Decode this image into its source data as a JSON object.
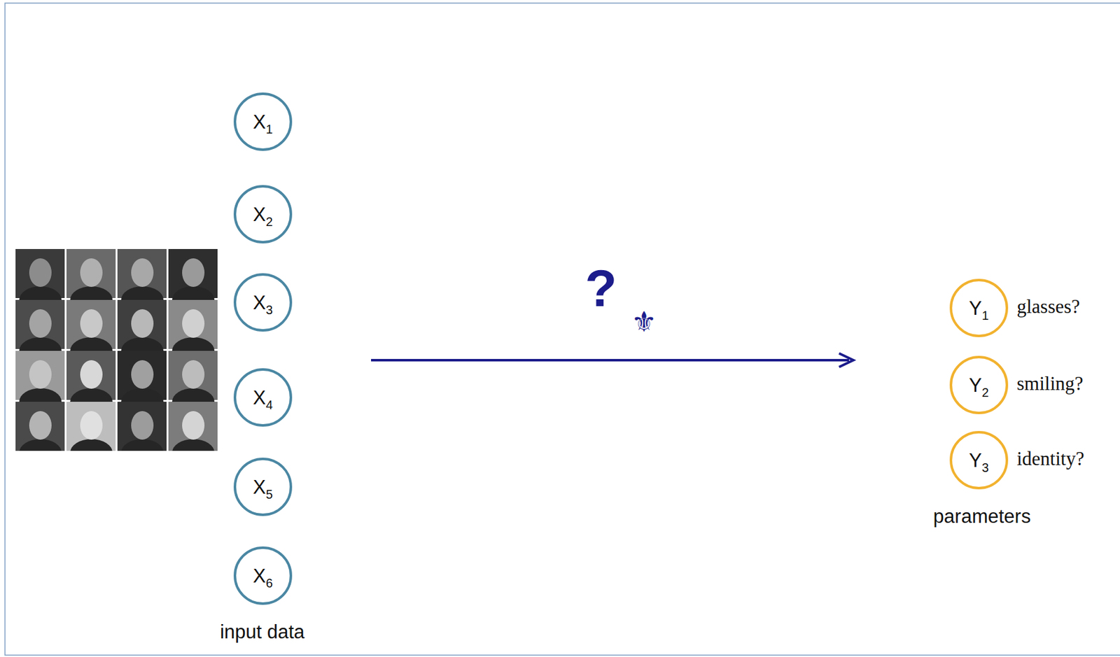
{
  "diagram": {
    "nodes": [
      {
        "text": [
          "X1"
        ]
      },
      {
        "text": [
          "X2"
        ]
      },
      {
        "text": [
          "X3"
        ]
      },
      {
        "text": [
          "X4"
        ]
      },
      {
        "text": [
          "X5"
        ]
      },
      {
        "text": [
          "X6"
        ]
      },
      {
        "text": [
          "Y1",
          "glasses?"
        ]
      },
      {
        "text": [
          "Y2",
          "smiling?"
        ]
      },
      {
        "text": [
          "Y3",
          "identity?"
        ]
      }
    ],
    "labels": [
      "input data",
      "?",
      "⚜",
      "parameters"
    ]
  }
}
